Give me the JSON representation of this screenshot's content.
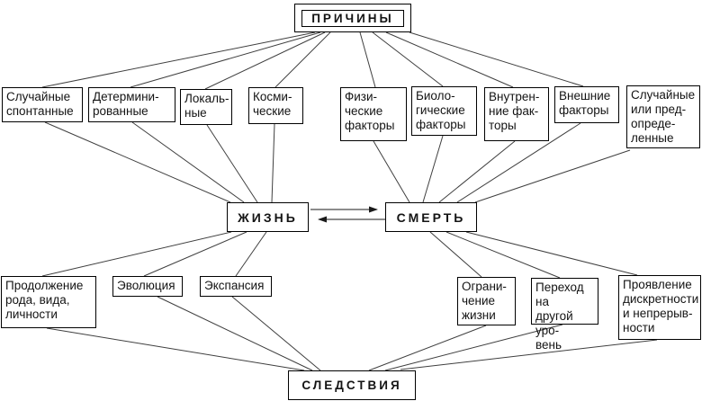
{
  "diagram": {
    "title_node": {
      "id": "prichiny",
      "label": "ПРИЧИНЫ"
    },
    "bottom_node": {
      "id": "sledstviya",
      "label": "СЛЕДСТВИЯ"
    },
    "center": {
      "life": {
        "id": "zhizn",
        "label": "ЖИЗНЬ"
      },
      "death": {
        "id": "smert",
        "label": "СМЕРТЬ"
      }
    },
    "causes": [
      {
        "id": "c1",
        "label": "Случайные\nспонтанные"
      },
      {
        "id": "c2",
        "label": "Детермини-\nрованные"
      },
      {
        "id": "c3",
        "label": "Локаль-\nные"
      },
      {
        "id": "c4",
        "label": "Косми-\nческие"
      },
      {
        "id": "c5",
        "label": "Физи-\nческие\nфакторы"
      },
      {
        "id": "c6",
        "label": "Биоло-\nгические\nфакторы"
      },
      {
        "id": "c7",
        "label": "Внутрен-\nние фак-\nторы"
      },
      {
        "id": "c8",
        "label": "Внешние\nфакторы"
      },
      {
        "id": "c9",
        "label": "Случайные\nили пред-\nопреде-\nленные"
      }
    ],
    "effects": [
      {
        "id": "e1",
        "label": "Продолжение\nрода, вида,\nличности"
      },
      {
        "id": "e2",
        "label": "Эволюция"
      },
      {
        "id": "e3",
        "label": "Экспансия"
      },
      {
        "id": "e4",
        "label": "Ограни-\nчение\nжизни"
      },
      {
        "id": "e5",
        "label": "Переход на\nдругой уро-\nвень"
      },
      {
        "id": "e6",
        "label": "Проявление\nдискретности\nи непрерыв-\nности"
      }
    ],
    "edges": [
      {
        "from": "prichiny",
        "to": "c1"
      },
      {
        "from": "prichiny",
        "to": "c2"
      },
      {
        "from": "prichiny",
        "to": "c3"
      },
      {
        "from": "prichiny",
        "to": "c4"
      },
      {
        "from": "prichiny",
        "to": "c5"
      },
      {
        "from": "prichiny",
        "to": "c6"
      },
      {
        "from": "prichiny",
        "to": "c7"
      },
      {
        "from": "prichiny",
        "to": "c8"
      },
      {
        "from": "c1",
        "to": "zhizn"
      },
      {
        "from": "c2",
        "to": "zhizn"
      },
      {
        "from": "c3",
        "to": "zhizn"
      },
      {
        "from": "c4",
        "to": "zhizn"
      },
      {
        "from": "c5",
        "to": "smert"
      },
      {
        "from": "c6",
        "to": "smert"
      },
      {
        "from": "c7",
        "to": "smert"
      },
      {
        "from": "c8",
        "to": "smert"
      },
      {
        "from": "c9",
        "to": "smert"
      },
      {
        "from": "zhizn",
        "to": "smert",
        "arrow": true
      },
      {
        "from": "smert",
        "to": "zhizn",
        "arrow": true
      },
      {
        "from": "zhizn",
        "to": "e1"
      },
      {
        "from": "zhizn",
        "to": "e2"
      },
      {
        "from": "zhizn",
        "to": "e3"
      },
      {
        "from": "smert",
        "to": "e4"
      },
      {
        "from": "smert",
        "to": "e5"
      },
      {
        "from": "smert",
        "to": "e6"
      },
      {
        "from": "e1",
        "to": "sledstviya"
      },
      {
        "from": "e2",
        "to": "sledstviya"
      },
      {
        "from": "e3",
        "to": "sledstviya"
      },
      {
        "from": "e4",
        "to": "sledstviya"
      },
      {
        "from": "e5",
        "to": "sledstviya"
      },
      {
        "from": "e6",
        "to": "sledstviya"
      }
    ],
    "colors": {
      "line": "#3f3f3f",
      "border": "#000000",
      "background": "#ffffff",
      "text": "#141414"
    }
  }
}
